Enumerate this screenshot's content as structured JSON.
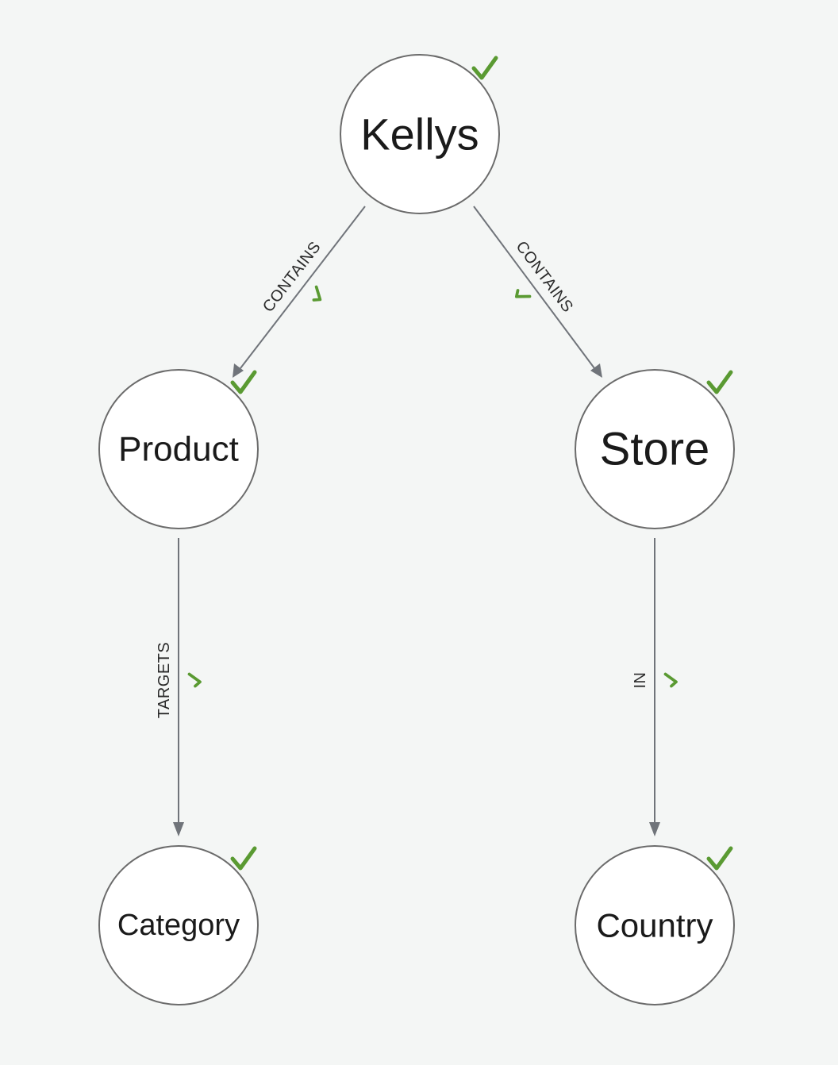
{
  "colors": {
    "background": "#f4f6f5",
    "check": "#5a9a32",
    "edge": "#70747a",
    "node_stroke": "#6b6b6b"
  },
  "icons": {
    "node_status": "check-icon",
    "edge_status": "check-icon"
  },
  "nodes": {
    "kellys": {
      "label": "Kellys",
      "verified": true
    },
    "product": {
      "label": "Product",
      "verified": true
    },
    "store": {
      "label": "Store",
      "verified": true
    },
    "category": {
      "label": "Category",
      "verified": true
    },
    "country": {
      "label": "Country",
      "verified": true
    }
  },
  "edges": {
    "kellys_product": {
      "label": "CONTAINS",
      "source": "Kellys",
      "target": "Product",
      "verified": true
    },
    "kellys_store": {
      "label": "CONTAINS",
      "source": "Kellys",
      "target": "Store",
      "verified": true
    },
    "product_category": {
      "label": "TARGETS",
      "source": "Product",
      "target": "Category",
      "verified": true
    },
    "store_country": {
      "label": "IN",
      "source": "Store",
      "target": "Country",
      "verified": true
    }
  }
}
